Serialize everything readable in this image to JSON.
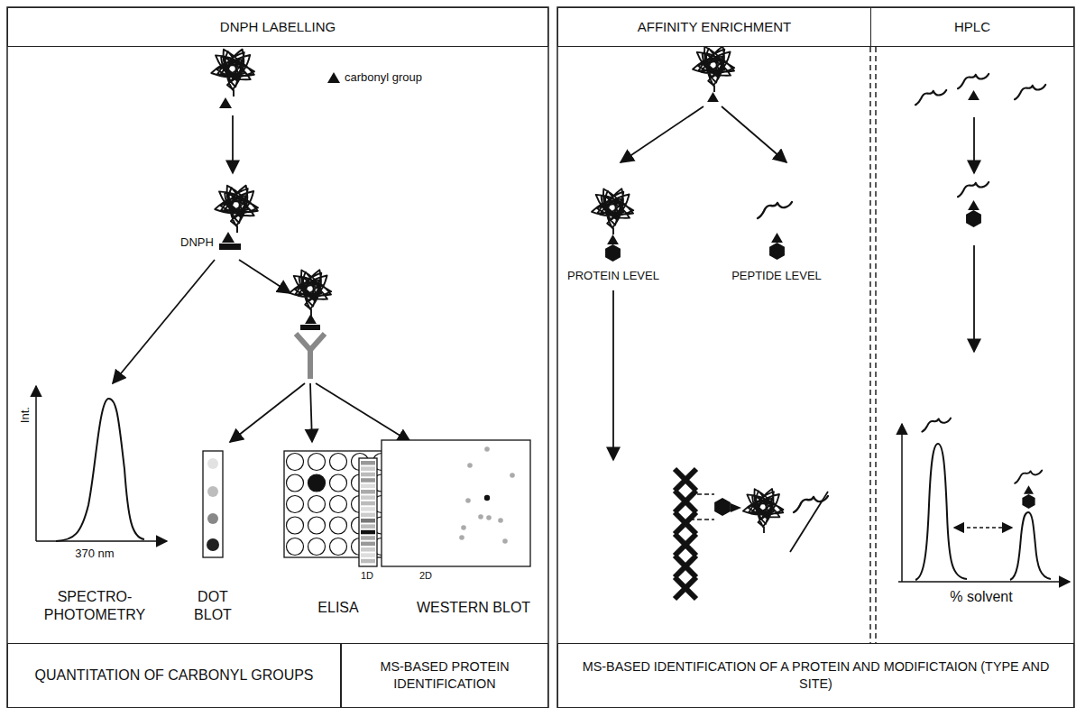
{
  "diagram": {
    "nodes": [
      {
        "text": [
          "DNPH LABELLING"
        ]
      },
      {
        "text": [
          "AFFINITY ENRICHMENT"
        ]
      },
      {
        "text": [
          "HPLC"
        ]
      },
      {
        "text": [
          "QUANTITATION OF CARBONYL GROUPS"
        ]
      },
      {
        "text": [
          "MS-BASED PROTEIN IDENTIFICATION"
        ]
      },
      {
        "text": [
          "MS-BASED IDENTIFICATION OF A PROTEIN AND MODIFICTAION (TYPE AND SITE)"
        ]
      }
    ],
    "labels": [
      "carbonyl group",
      "DNPH",
      "Int.",
      "370 nm",
      "SPECTRO- PHOTOMETRY",
      "DOT BLOT",
      "ELISA",
      "WESTERN BLOT",
      "1D",
      "2D",
      "PROTEIN LEVEL",
      "PEPTIDE LEVEL",
      "% solvent"
    ]
  }
}
